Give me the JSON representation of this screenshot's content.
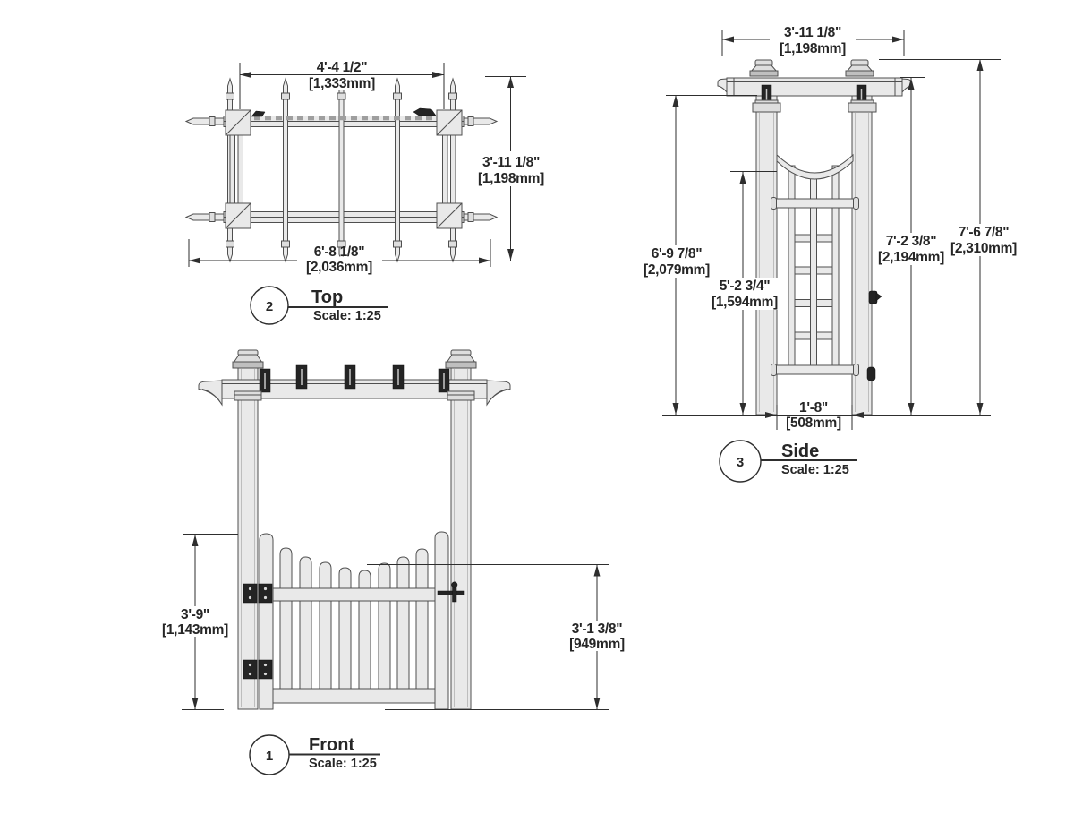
{
  "views": {
    "front": {
      "number": "1",
      "title": "Front",
      "scale_label": "Scale: 1:25",
      "dims": {
        "gate_height_ft": "3'-9\"",
        "gate_height_mm": "[1,143mm]",
        "latch_height_ft": "3'-1 3/8\"",
        "latch_height_mm": "[949mm]"
      }
    },
    "top": {
      "number": "2",
      "title": "Top",
      "scale_label": "Scale: 1:25",
      "dims": {
        "rafter_span_ft": "4'-4 1/2\"",
        "rafter_span_mm": "[1,333mm]",
        "depth_ft": "3'-11 1/8\"",
        "depth_mm": "[1,198mm]",
        "overall_width_ft": "6'-8 1/8\"",
        "overall_width_mm": "[2,036mm]"
      }
    },
    "side": {
      "number": "3",
      "title": "Side",
      "scale_label": "Scale: 1:25",
      "dims": {
        "beam_span_ft": "3'-11 1/8\"",
        "beam_span_mm": "[1,198mm]",
        "under_beam_height_ft": "6'-9 7/8\"",
        "under_beam_height_mm": "[2,079mm]",
        "arch_clearance_ft": "5'-2 3/4\"",
        "arch_clearance_mm": "[1,594mm]",
        "beam_top_height_ft": "7'-2 3/8\"",
        "beam_top_height_mm": "[2,194mm]",
        "overall_height_ft": "7'-6 7/8\"",
        "overall_height_mm": "[2,310mm]",
        "post_clear_spacing_ft": "1'-8\"",
        "post_clear_spacing_mm": "[508mm]"
      }
    }
  }
}
